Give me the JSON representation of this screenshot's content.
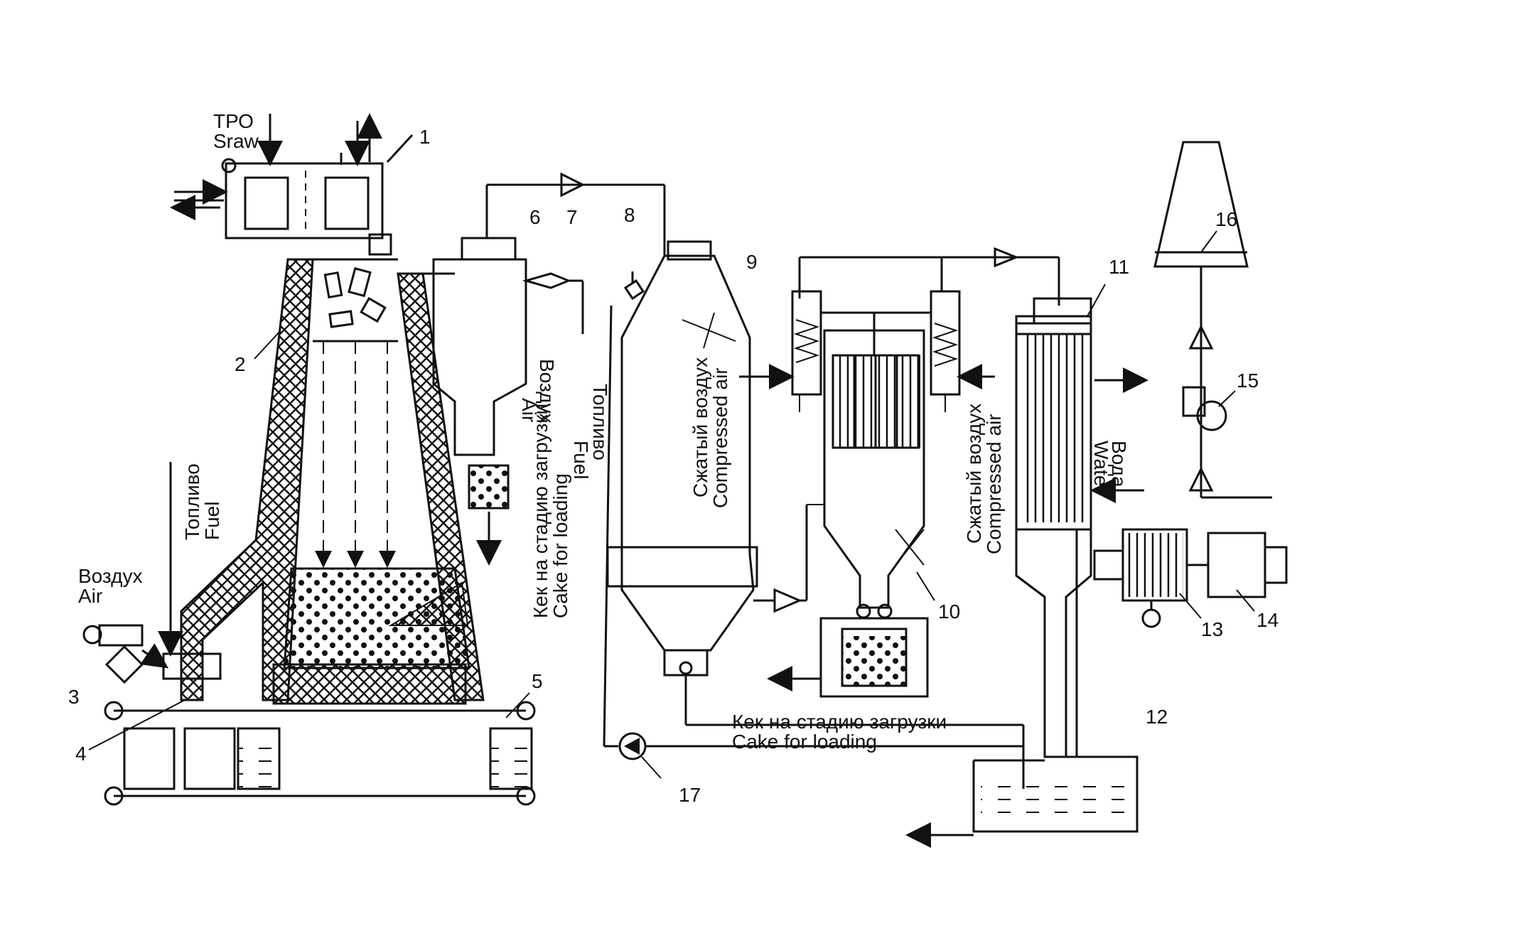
{
  "diagram": {
    "colors": {
      "ink": "#111111",
      "paper": "#ffffff"
    },
    "labels": {
      "tpo_ru": "ТРО",
      "tpo_en": "Sraw",
      "fuel_ru_left": "Топливо",
      "fuel_en_left": "Fuel",
      "air_ru_left": "Воздух",
      "air_en_left": "Air",
      "air_ru_mid": "Воздух",
      "air_en_mid": "Air",
      "fuel_ru_mid": "Топливо",
      "fuel_en_mid": "Fuel",
      "cake_ru_vertical": "Кек на стадию загрузки",
      "cake_en_vertical": "Cake for loading",
      "compressed_ru_1": "Сжатый воздух",
      "compressed_en_1": "Compressed air",
      "compressed_ru_2": "Сжатый воздух",
      "compressed_en_2": "Compressed air",
      "water_ru": "Вода",
      "water_en": "Water",
      "cake_ru_bottom": "Кек на стадию загрузки",
      "cake_en_bottom": "Cake for loading"
    },
    "numbers": {
      "n1": "1",
      "n2": "2",
      "n3": "3",
      "n4": "4",
      "n5": "5",
      "n6": "6",
      "n7": "7",
      "n8": "8",
      "n9": "9",
      "n10": "10",
      "n11": "11",
      "n12": "12",
      "n13": "13",
      "n14": "14",
      "n15": "15",
      "n16": "16",
      "n17": "17"
    }
  }
}
